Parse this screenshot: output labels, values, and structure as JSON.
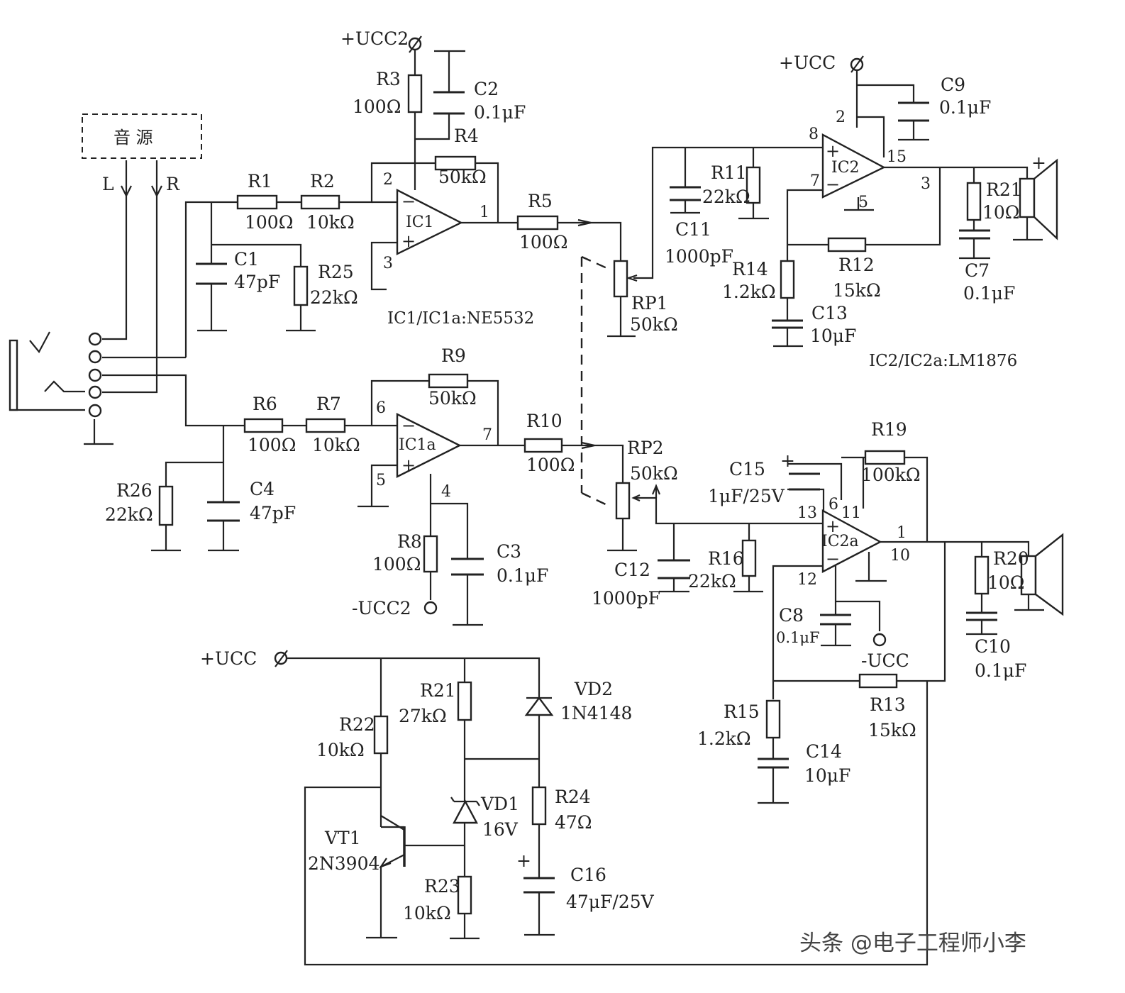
{
  "source_box": "音 源",
  "channels": {
    "left": "L",
    "right": "R"
  },
  "supplies": {
    "ucc2_pos": "+UCC2",
    "ucc2_neg": "-UCC2",
    "ucc_pos_top": "+UCC",
    "ucc_pos_reg": "+UCC",
    "ucc_neg": "-UCC"
  },
  "chips": {
    "ic1": "IC1",
    "ic1a": "IC1a",
    "ic2": "IC2",
    "ic2a": "IC2a",
    "note_ic1": "IC1/IC1a:NE5532",
    "note_ic2": "IC2/IC2a:LM1876"
  },
  "components": [
    {
      "id": "R1",
      "value": "100Ω"
    },
    {
      "id": "R2",
      "value": "10kΩ"
    },
    {
      "id": "R3",
      "value": "100Ω"
    },
    {
      "id": "R4",
      "value": "50kΩ"
    },
    {
      "id": "R5",
      "value": "100Ω"
    },
    {
      "id": "R6",
      "value": "100Ω"
    },
    {
      "id": "R7",
      "value": "10kΩ"
    },
    {
      "id": "R8",
      "value": "100Ω"
    },
    {
      "id": "R9",
      "value": "50kΩ"
    },
    {
      "id": "R10",
      "value": "100Ω"
    },
    {
      "id": "R11",
      "value": "22kΩ"
    },
    {
      "id": "R12",
      "value": "15kΩ"
    },
    {
      "id": "R13",
      "value": "15kΩ"
    },
    {
      "id": "R14",
      "value": "1.2kΩ"
    },
    {
      "id": "R15",
      "value": "1.2kΩ"
    },
    {
      "id": "R16",
      "value": "22kΩ"
    },
    {
      "id": "R19",
      "value": "100kΩ"
    },
    {
      "id": "R20",
      "value": "10Ω"
    },
    {
      "id": "R21",
      "value": "10Ω"
    },
    {
      "id": "R21",
      "value": "27kΩ"
    },
    {
      "id": "R22",
      "value": "10kΩ"
    },
    {
      "id": "R23",
      "value": "10kΩ"
    },
    {
      "id": "R24",
      "value": "47Ω"
    },
    {
      "id": "R25",
      "value": "22kΩ"
    },
    {
      "id": "R26",
      "value": "22kΩ"
    },
    {
      "id": "RP1",
      "value": "50kΩ"
    },
    {
      "id": "RP2",
      "value": "50kΩ"
    },
    {
      "id": "C1",
      "value": "47pF"
    },
    {
      "id": "C2",
      "value": "0.1μF"
    },
    {
      "id": "C3",
      "value": "0.1μF"
    },
    {
      "id": "C4",
      "value": "47pF"
    },
    {
      "id": "C7",
      "value": "0.1μF"
    },
    {
      "id": "C8",
      "value": "0.1μF"
    },
    {
      "id": "C9",
      "value": "0.1μF"
    },
    {
      "id": "C10",
      "value": "0.1μF"
    },
    {
      "id": "C11",
      "value": "1000pF"
    },
    {
      "id": "C12",
      "value": "1000pF"
    },
    {
      "id": "C13",
      "value": "10μF"
    },
    {
      "id": "C14",
      "value": "10μF"
    },
    {
      "id": "C15",
      "value": "1μF/25V"
    },
    {
      "id": "C16",
      "value": "47μF/25V"
    },
    {
      "id": "VD1",
      "value": "16V"
    },
    {
      "id": "VD2",
      "value": "1N4148"
    },
    {
      "id": "VT1",
      "value": "2N3904"
    }
  ],
  "pins": [
    "2",
    "3",
    "1",
    "6",
    "5",
    "7",
    "4",
    "8",
    "2",
    "15",
    "7",
    "5",
    "3",
    "13",
    "6",
    "11",
    "1",
    "10",
    "12"
  ],
  "speaker_polarity": "+",
  "cap_polarity": "+",
  "watermark": "头条 @电子工程师小李"
}
